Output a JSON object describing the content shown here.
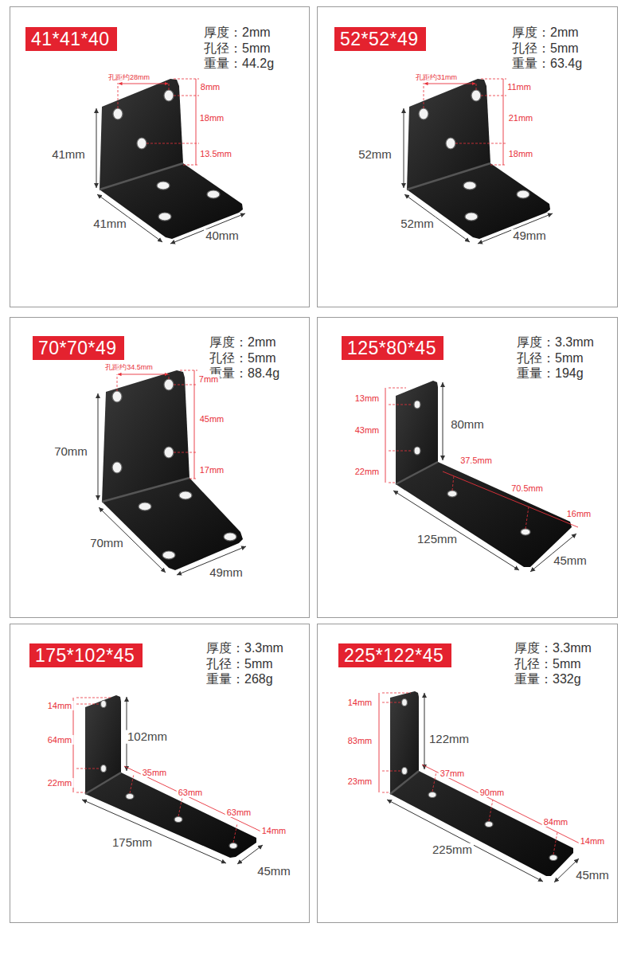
{
  "diagram": {
    "nodes": [
      {
        "text": [
          "厚度：2mm",
          "孔径：5mm",
          "重量：44.2g"
        ]
      },
      {
        "text": [
          "41*41*40"
        ],
        "in": 0
      },
      {
        "text": [
          "厚度：2mm",
          "孔径：5mm",
          "重量：63.4g"
        ]
      },
      {
        "text": [
          "52*52*49"
        ],
        "in": 2
      },
      {
        "text": [
          "厚度：2mm",
          "孔径：5mm",
          "重量：88.4g"
        ]
      },
      {
        "text": [
          "70*70*49"
        ],
        "in": 4
      },
      {
        "text": [
          "厚度：3.3mm",
          "孔径：5mm",
          "重量：194g"
        ]
      },
      {
        "text": [
          "125*80*45"
        ],
        "in": 6
      },
      {
        "text": [
          "厚度：3.3mm",
          "孔径：5mm",
          "重量：268g"
        ]
      },
      {
        "text": [
          "175*102*45"
        ],
        "in": 8
      },
      {
        "text": [
          "厚度：3.3mm",
          "孔径：5mm",
          "重量：332g"
        ]
      },
      {
        "text": [
          "225*122*45"
        ],
        "in": 10
      }
    ],
    "labels": [
      "孔距约28mm",
      "8mm",
      "18mm",
      "13.5mm",
      "41mm",
      "41mm",
      "40mm",
      "孔距约31mm",
      "11mm",
      "21mm",
      "18mm",
      "52mm",
      "52mm",
      "49mm",
      "孔距约34.5mm",
      "7mm",
      "45mm",
      "17mm",
      "70mm",
      "70mm",
      "49mm",
      "13mm",
      "43mm",
      "22mm",
      "80mm",
      "37.5mm",
      "70.5mm",
      "16mm",
      "125mm",
      "45mm",
      "14mm",
      "64mm",
      "22mm",
      "102mm",
      "35mm",
      "63mm",
      "63mm",
      "14mm",
      "175mm",
      "45mm",
      "14mm",
      "83mm",
      "23mm",
      "122mm",
      "37mm",
      "90mm",
      "84mm",
      "14mm",
      "225mm",
      "45mm"
    ]
  }
}
